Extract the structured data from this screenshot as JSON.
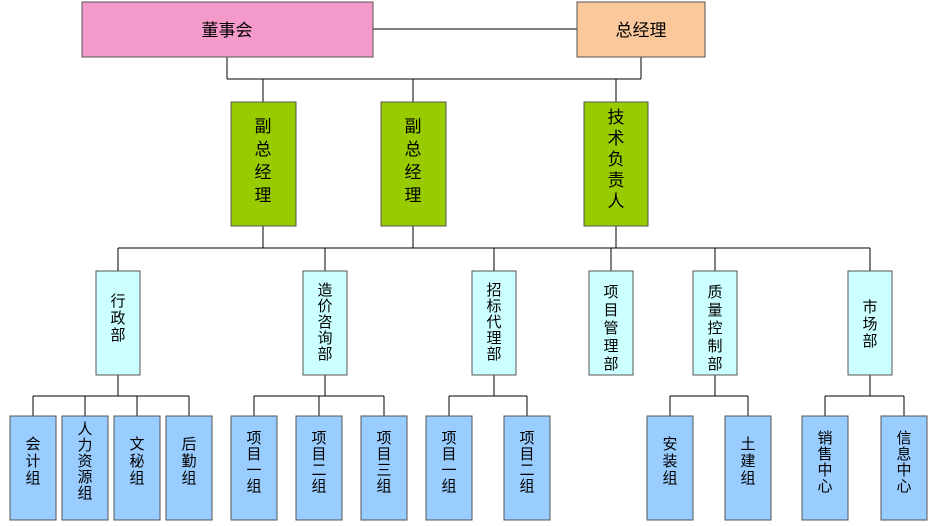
{
  "colors": {
    "board": "#F49ACB",
    "gm": "#FAC89A",
    "vp": "#99CC00",
    "dept": "#CCFFFF",
    "group": "#99CCFF",
    "border": "#555555",
    "line": "#000000"
  },
  "top": {
    "board": "董事会",
    "gm": "总经理"
  },
  "executives": [
    "副总经理",
    "副总经理",
    "技术负责人"
  ],
  "departments": [
    "行政部",
    "造价咨询部",
    "招标代理部",
    "项目管理部",
    "质量控制部",
    "市场部"
  ],
  "groups": {
    "admin": [
      "会计组",
      "人力资源组",
      "文秘组",
      "后勤组"
    ],
    "cost": [
      "项目一组",
      "项目二组",
      "项目三组"
    ],
    "bidding": [
      "项目一组",
      "项目二组"
    ],
    "quality": [
      "安装组",
      "土建组"
    ],
    "market": [
      "销售中心",
      "信息中心"
    ]
  }
}
